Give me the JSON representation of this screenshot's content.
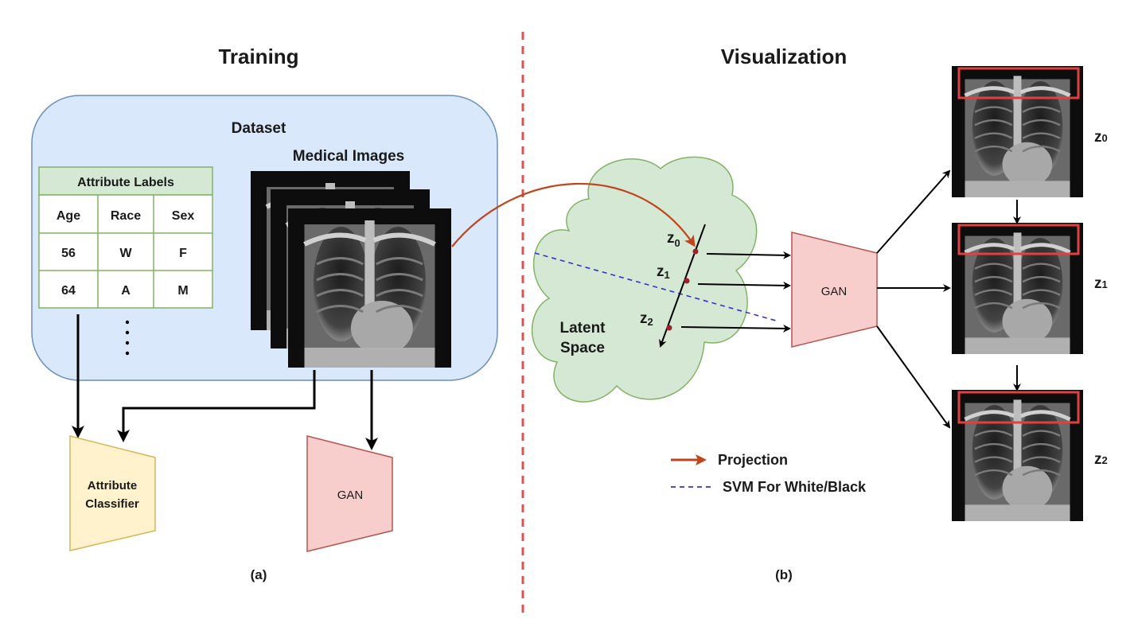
{
  "training": {
    "title": "Training",
    "dataset_label": "Dataset",
    "medical_images_label": "Medical Images",
    "table": {
      "caption": "Attribute Labels",
      "headers": [
        "Age",
        "Race",
        "Sex"
      ],
      "rows": [
        [
          "56",
          "W",
          "F"
        ],
        [
          "64",
          "A",
          "M"
        ]
      ]
    },
    "classifier_label_line1": "Attribute",
    "classifier_label_line2": "Classifier",
    "gan_label": "GAN",
    "panel_label": "(a)"
  },
  "visualization": {
    "title": "Visualization",
    "latent_label_line1": "Latent",
    "latent_label_line2": "Space",
    "gan_label": "GAN",
    "panel_label": "(b)",
    "z_points": [
      {
        "base": "z",
        "sub": "0"
      },
      {
        "base": "z",
        "sub": "1"
      },
      {
        "base": "z",
        "sub": "2"
      }
    ],
    "output_labels": [
      {
        "base": "z",
        "sub": "0"
      },
      {
        "base": "z",
        "sub": "1"
      },
      {
        "base": "z",
        "sub": "2"
      }
    ],
    "legend": {
      "projection": "Projection",
      "svm": "SVM For White/Black"
    }
  },
  "colors": {
    "dataset_fill": "#dae8fc",
    "dataset_stroke": "#6c8ebf",
    "table_header_fill": "#d5e8d4",
    "table_stroke": "#82b366",
    "classifier_fill": "#fff2cc",
    "classifier_stroke": "#d6b656",
    "gan_fill": "#f8cecc",
    "gan_stroke": "#b85450",
    "cloud_fill": "#d5e8d4",
    "cloud_stroke": "#82b366",
    "projection_arrow": "#c0451c",
    "svm_line": "#3333cc",
    "divider": "#e05050",
    "highlight_box": "#e04040"
  }
}
